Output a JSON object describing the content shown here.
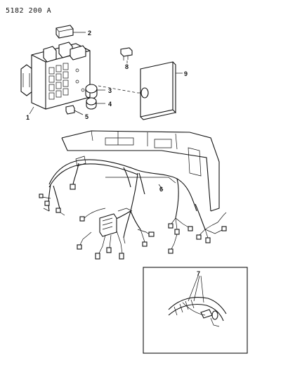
{
  "doc_id": "5182 200 A",
  "callouts": {
    "c1": "1",
    "c2": "2",
    "c3": "3",
    "c4": "4",
    "c5": "5",
    "c6": "6",
    "c7": "7",
    "c8": "8",
    "c9": "9"
  }
}
